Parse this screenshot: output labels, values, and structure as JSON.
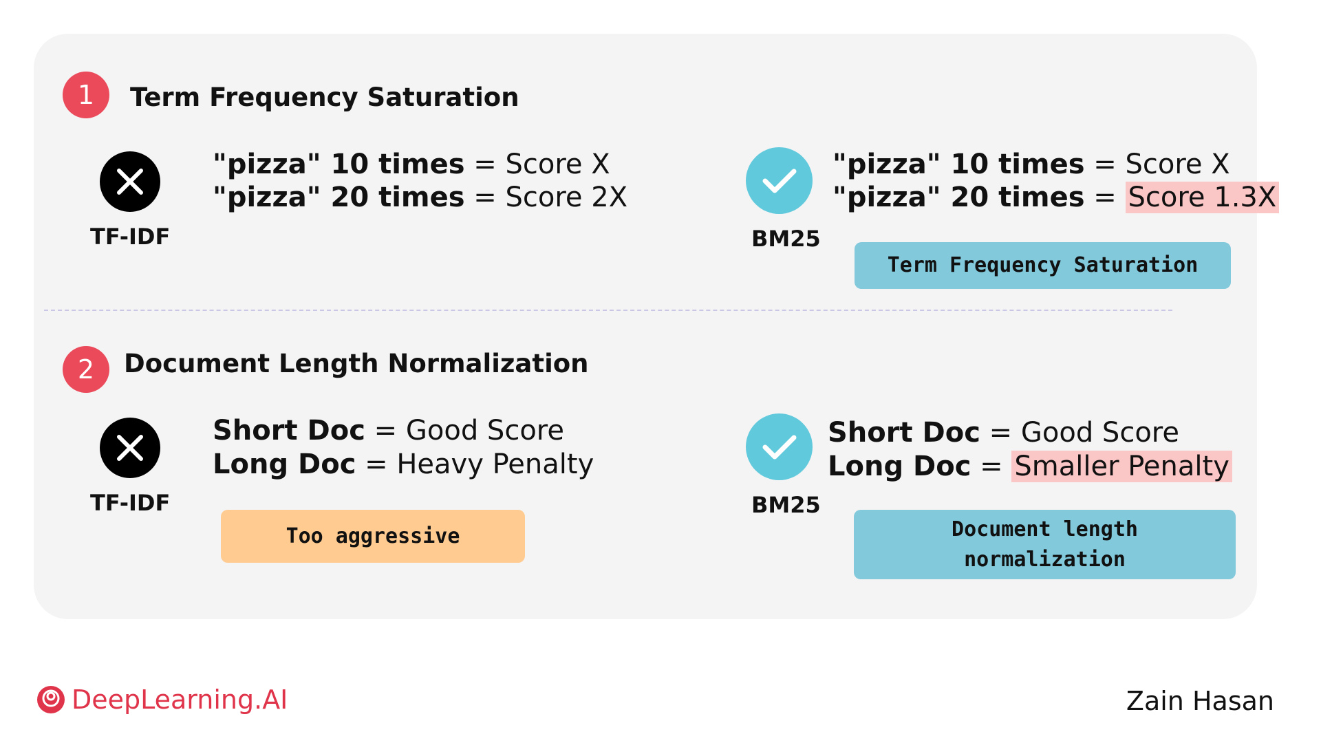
{
  "sections": [
    {
      "number": "1",
      "title": "Term Frequency Saturation",
      "left": {
        "method": "TF-IDF",
        "lines": [
          {
            "bold": "\"pizza\" 10 times",
            "rest": "= Score X"
          },
          {
            "bold": "\"pizza\" 20 times",
            "rest": "= Score 2X"
          }
        ]
      },
      "right": {
        "method": "BM25",
        "lines": [
          {
            "bold": "\"pizza\" 10 times",
            "rest": "= Score X",
            "highlight": ""
          },
          {
            "bold": "\"pizza\" 20 times",
            "rest": "=",
            "highlight": "Score 1.3X"
          }
        ],
        "pill": "Term Frequency Saturation"
      }
    },
    {
      "number": "2",
      "title": "Document Length Normalization",
      "left": {
        "method": "TF-IDF",
        "lines": [
          {
            "bold": "Short Doc",
            "rest": "= Good Score"
          },
          {
            "bold": "Long Doc",
            "rest": "= Heavy Penalty"
          }
        ],
        "pill": "Too aggressive"
      },
      "right": {
        "method": "BM25",
        "lines": [
          {
            "bold": "Short Doc",
            "rest": "= Good Score",
            "highlight": ""
          },
          {
            "bold": "Long Doc",
            "rest": "=",
            "highlight": "Smaller Penalty"
          }
        ],
        "pill_line1": "Document length",
        "pill_line2": "normalization"
      }
    }
  ],
  "footer": {
    "brand": "DeepLearning.AI",
    "author": "Zain Hasan"
  },
  "colors": {
    "badge": "#ea4a5a",
    "check": "#61c9dc",
    "pill_blue": "#82c9dc",
    "pill_orange": "#ffcb91",
    "highlight": "#fbc6c6",
    "brand": "#e0344b"
  }
}
